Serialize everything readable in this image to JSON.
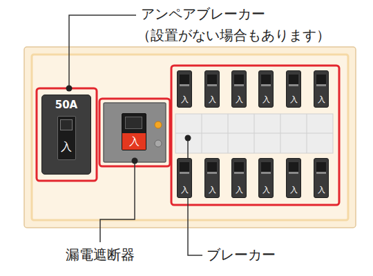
{
  "diagram": {
    "nodes": [
      {
        "text": [
          "50A",
          "入"
        ]
      },
      {
        "text": [
          "入"
        ]
      },
      {
        "text": [
          "入"
        ]
      },
      {
        "text": [
          "入"
        ]
      },
      {
        "text": [
          "入"
        ]
      },
      {
        "text": [
          "入"
        ]
      },
      {
        "text": [
          "入"
        ]
      },
      {
        "text": [
          "入"
        ]
      },
      {
        "text": [
          "入"
        ]
      },
      {
        "text": [
          "入"
        ]
      },
      {
        "text": [
          "入"
        ]
      },
      {
        "text": [
          "入"
        ]
      },
      {
        "text": [
          "入"
        ]
      },
      {
        "text": [
          "入"
        ]
      }
    ],
    "labels": [
      "アンペアブレーカー",
      "（設置がない場合もあります）",
      "漏電遮断器",
      "ブレーカー"
    ]
  }
}
